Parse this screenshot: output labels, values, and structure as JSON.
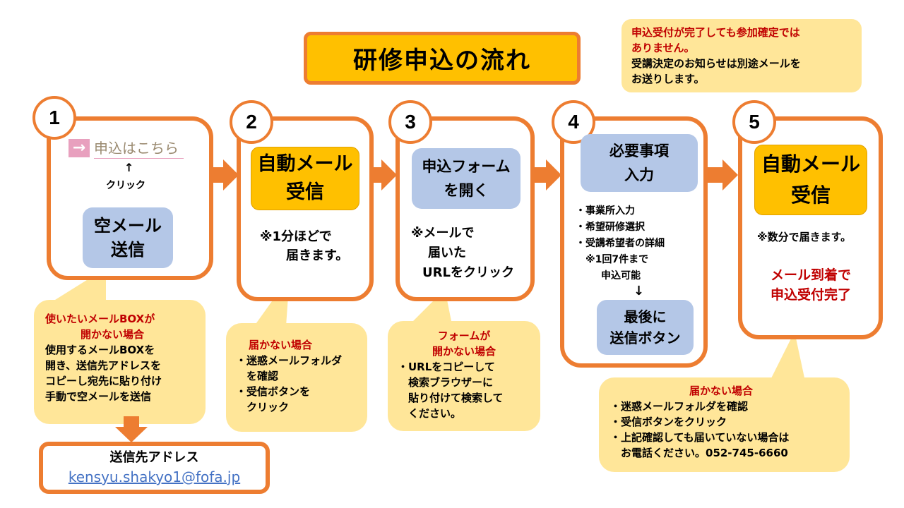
{
  "title": "研修申込の流れ",
  "note": {
    "line1": "申込受付が完了しても参加確定では",
    "line2": "ありません。",
    "line3": "受講決定のお知らせは別途メールを",
    "line4": "お送りします。"
  },
  "steps": [
    {
      "num": "1",
      "link_label": "申込はこちら",
      "click_hint": "クリック",
      "box_label_1": "空メール",
      "box_label_2": "送信"
    },
    {
      "num": "2",
      "box_label_1": "自動メール",
      "box_label_2": "受信",
      "text_1": "※1分ほどで",
      "text_2": "届きます。"
    },
    {
      "num": "3",
      "box_label_1": "申込フォーム",
      "box_label_2": "を開く",
      "text_1": "※メールで",
      "text_2": "届いた",
      "text_3": "URLをクリック"
    },
    {
      "num": "4",
      "box_label_1": "必要事項",
      "box_label_2": "入力",
      "items": [
        "・事業所入力",
        "・希望研修選択",
        "・受講希望者の詳細"
      ],
      "sub_1": "※1回7件まで",
      "sub_2": "申込可能",
      "final_1": "最後に",
      "final_2": "送信ボタン"
    },
    {
      "num": "5",
      "box_label_1": "自動メール",
      "box_label_2": "受信",
      "text_1": "※数分で届きます。",
      "done_1": "メール到着で",
      "done_2": "申込受付完了"
    }
  ],
  "callouts": [
    {
      "title_1": "使いたいメールBOXが",
      "title_2": "開かない場合",
      "lines": [
        "使用するメールBOXを",
        "開き、送信先アドレスを",
        "コピーし宛先に貼り付け",
        "手動で空メールを送信"
      ]
    },
    {
      "title_1": "届かない場合",
      "lines": [
        "・迷惑メールフォルダ",
        "　を確認",
        "・受信ボタンを",
        "　クリック"
      ]
    },
    {
      "title_1": "フォームが",
      "title_2": "開かない場合",
      "lines": [
        "・URLをコピーして",
        "　検索ブラウザーに",
        "　貼り付けて検索して",
        "　ください。"
      ]
    },
    {
      "title_1": "届かない場合",
      "lines": [
        "・迷惑メールフォルダを確認",
        "・受信ボタンをクリック",
        "・上記確認しても届いていない場合は",
        "　お電話ください。052-745-6660"
      ]
    }
  ],
  "address": {
    "label": "送信先アドレス",
    "email": "kensyu.shakyo1@fofa.jp"
  }
}
